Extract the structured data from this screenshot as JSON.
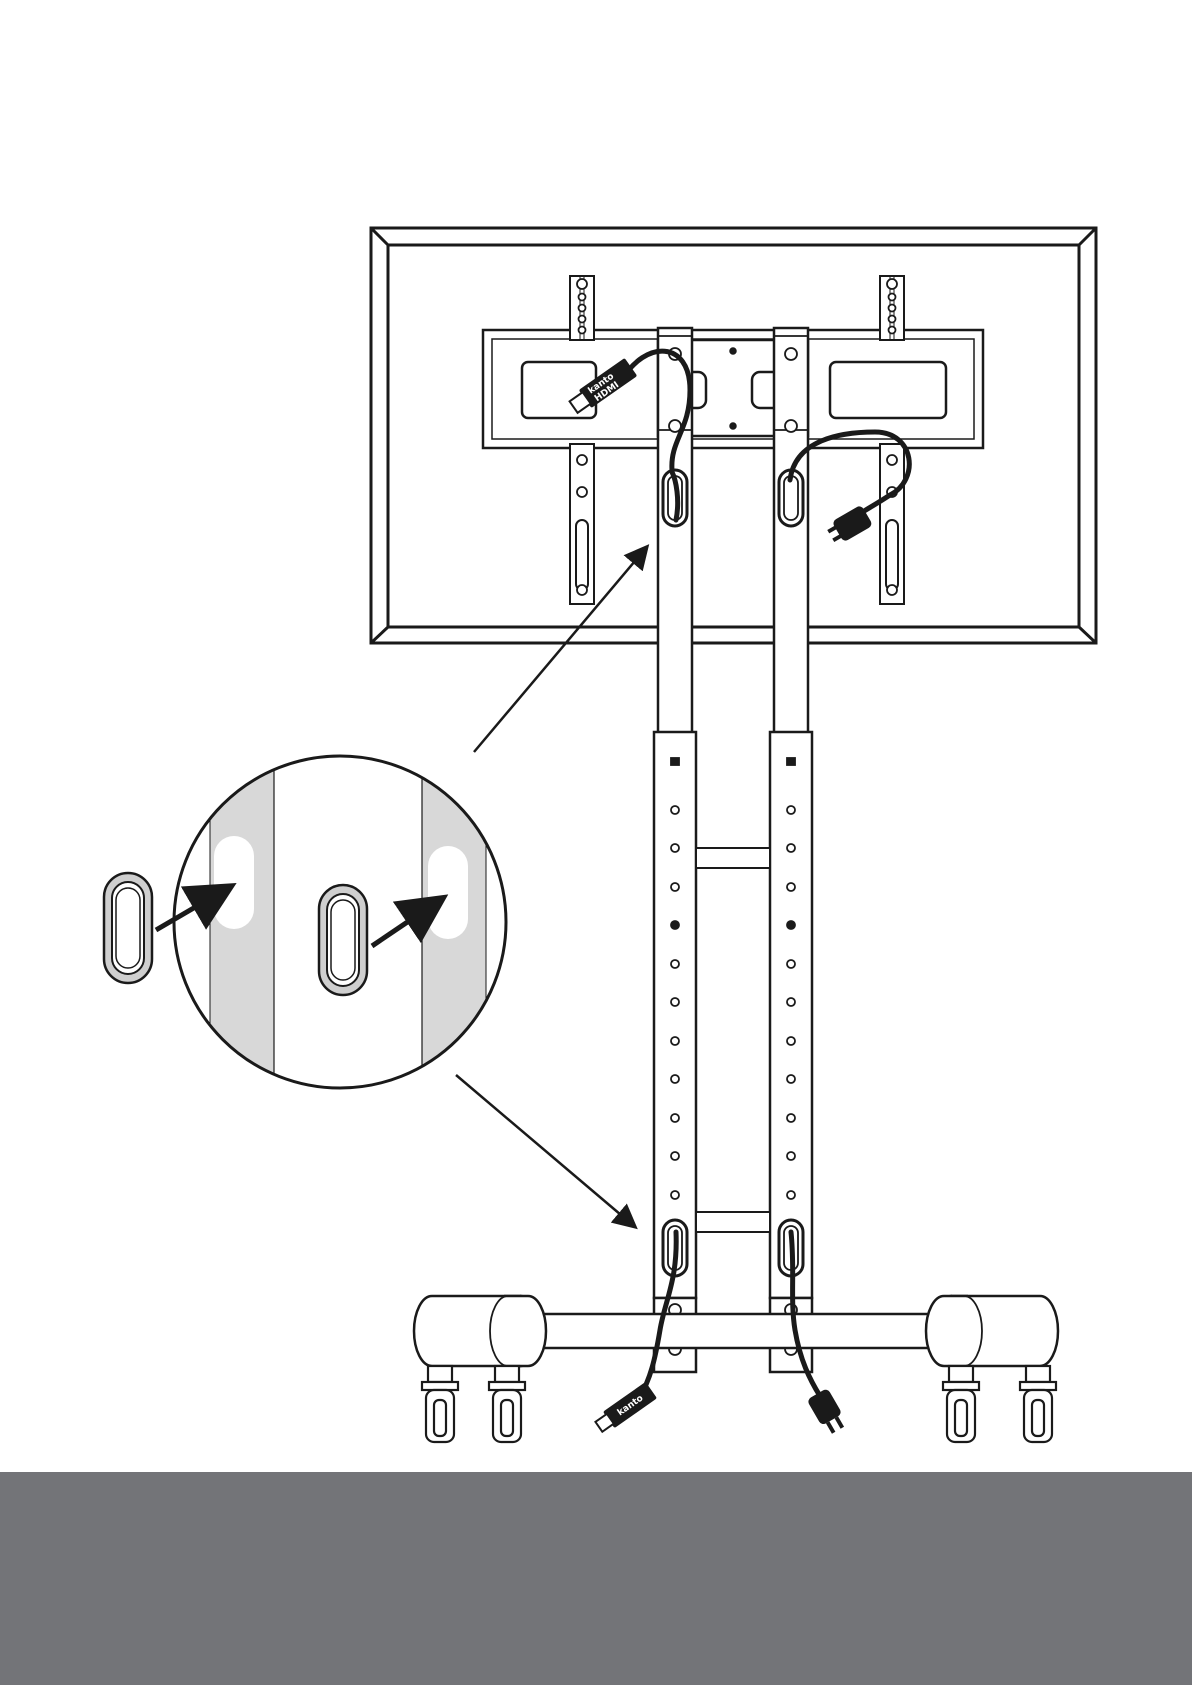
{
  "figure": {
    "kind": "assembly-instruction-illustration",
    "subject": "mobile TV stand cable management",
    "hdmi_plug_text": "HDMI",
    "hdmi_brand_text": "kanto",
    "colors": {
      "line": "#1a1a1a",
      "background": "#ffffff",
      "inset_panel": "#d8d8d8",
      "grommet_fill": "#cfcfcf",
      "footer_band": "#737478"
    },
    "icons": [
      "hdmi-plug-icon",
      "power-plug-icon",
      "cable-grommet-icon",
      "arrow-icon",
      "caster-wheel-icon"
    ]
  }
}
